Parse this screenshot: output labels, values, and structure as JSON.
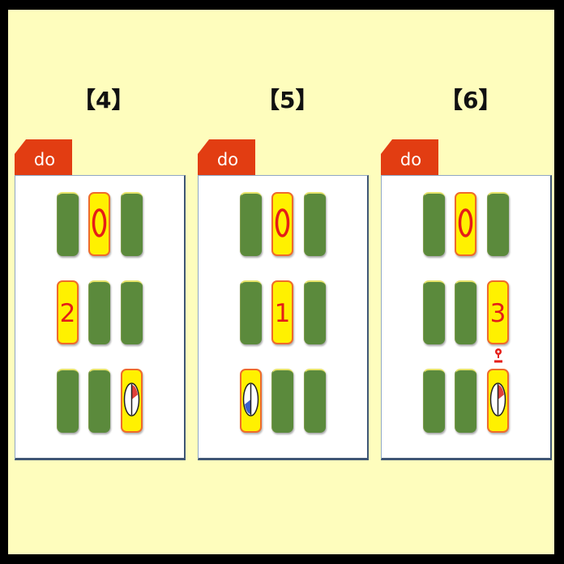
{
  "colors": {
    "background": "#fefdbd",
    "tab_red": "#e23d12",
    "tile_green": "#5b8a3c",
    "tile_yellow": "#fff100",
    "tile_border_orange": "#ef6b2a",
    "digit_red": "#e51d17",
    "clock_blue": "#3a5fcd"
  },
  "panels": [
    {
      "heading": "【4】",
      "tab_label": "do",
      "grid": [
        [
          "green",
          "circle",
          "green"
        ],
        [
          "2",
          "green",
          "green"
        ],
        [
          "green",
          "green",
          "clock-red"
        ]
      ]
    },
    {
      "heading": "【5】",
      "tab_label": "do",
      "grid": [
        [
          "green",
          "circle",
          "green"
        ],
        [
          "green",
          "1",
          "green"
        ],
        [
          "clock-blue",
          "green",
          "green"
        ]
      ]
    },
    {
      "heading": "【6】",
      "tab_label": "do",
      "grid": [
        [
          "green",
          "circle",
          "green"
        ],
        [
          "green",
          "green",
          "3"
        ],
        [
          "green",
          "green",
          "clock-red"
        ]
      ],
      "has_marker_icon": true
    }
  ]
}
